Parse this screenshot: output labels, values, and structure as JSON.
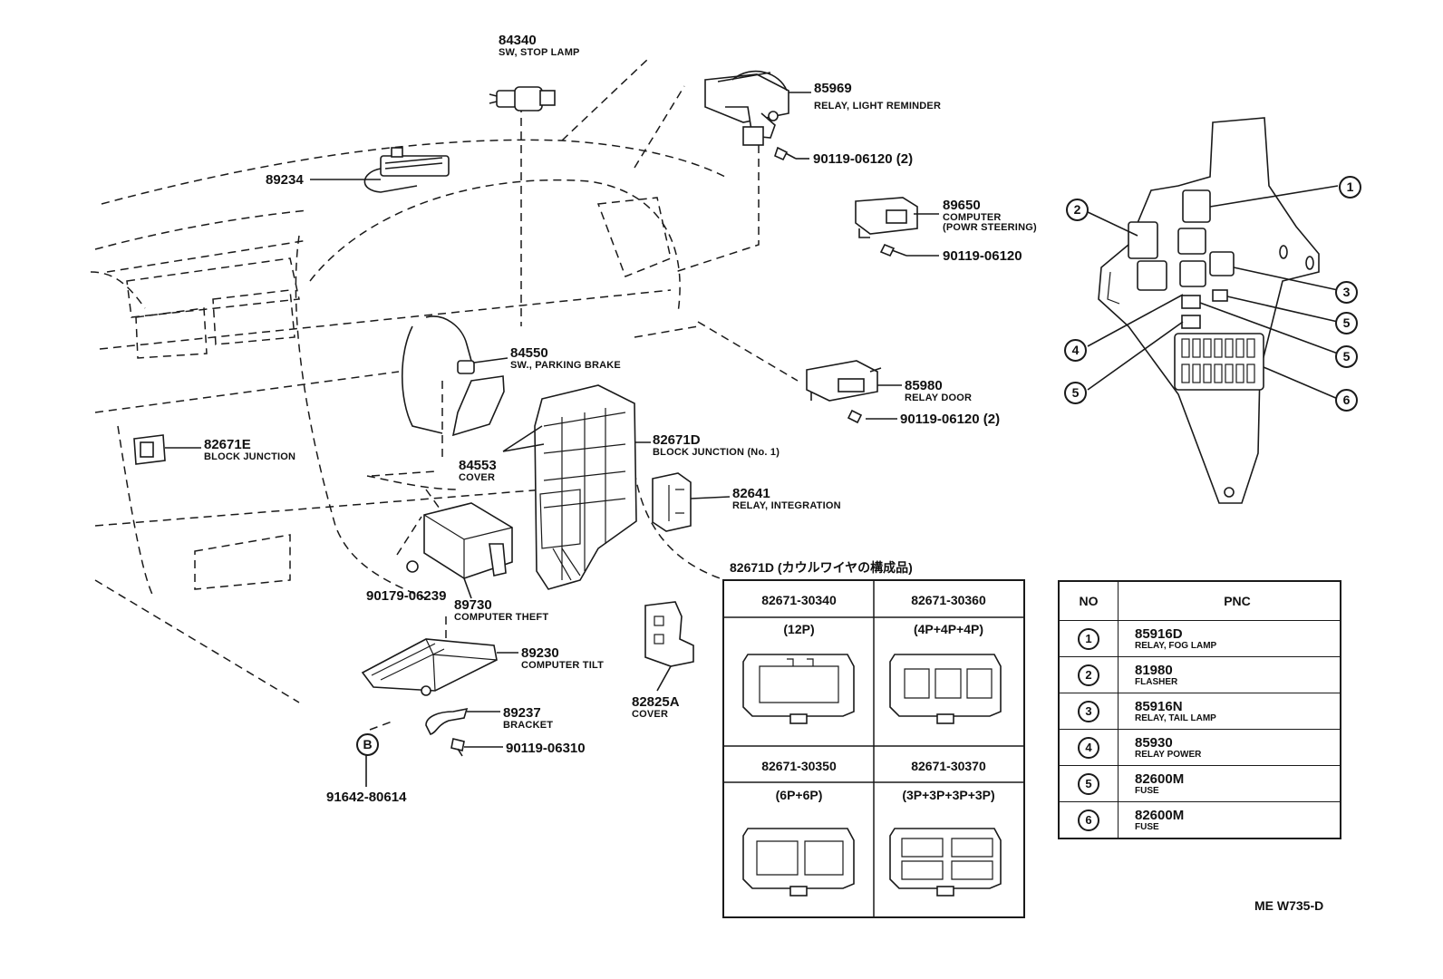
{
  "parts": {
    "p84340": {
      "number": "84340",
      "desc": "SW, STOP LAMP"
    },
    "p85969": {
      "number": "85969",
      "desc": "RELAY, LIGHT REMINDER"
    },
    "p90119a": {
      "number": "90119-06120 (2)"
    },
    "p89650": {
      "number": "89650",
      "desc1": "COMPUTER",
      "desc2": "(POWR STEERING)"
    },
    "p90119b": {
      "number": "90119-06120"
    },
    "p89234": {
      "number": "89234"
    },
    "p84550": {
      "number": "84550",
      "desc": "SW., PARKING BRAKE"
    },
    "p85980": {
      "number": "85980",
      "desc": "RELAY DOOR"
    },
    "p90119c": {
      "number": "90119-06120 (2)"
    },
    "p82671E": {
      "number": "82671E",
      "desc": "BLOCK JUNCTION"
    },
    "p82671D": {
      "number": "82671D",
      "desc": "BLOCK JUNCTION (No. 1)"
    },
    "p84553": {
      "number": "84553",
      "desc": "COVER"
    },
    "p82641": {
      "number": "82641",
      "desc": "RELAY, INTEGRATION"
    },
    "p90179": {
      "number": "90179-06239"
    },
    "p89730": {
      "number": "89730",
      "desc": "COMPUTER THEFT"
    },
    "p89230": {
      "number": "89230",
      "desc": "COMPUTER TILT"
    },
    "p82825A": {
      "number": "82825A",
      "desc": "COVER"
    },
    "p89237": {
      "number": "89237",
      "desc": "BRACKET"
    },
    "p90119d": {
      "number": "90119-06310"
    },
    "p91642": {
      "number": "91642-80614"
    },
    "marker_b": "B"
  },
  "callouts": [
    "1",
    "2",
    "3",
    "4",
    "5",
    "5",
    "5",
    "6"
  ],
  "connectors": {
    "title": "82671D (カウルワイヤの構成品)",
    "cells": [
      {
        "pn": "82671-30340",
        "pins": "(12P)"
      },
      {
        "pn": "82671-30360",
        "pins": "(4P+4P+4P)"
      },
      {
        "pn": "82671-30350",
        "pins": "(6P+6P)"
      },
      {
        "pn": "82671-30370",
        "pins": "(3P+3P+3P+3P)"
      }
    ]
  },
  "pnc_table": {
    "headers": {
      "no": "NO",
      "pnc": "PNC"
    },
    "rows": [
      {
        "no": "1",
        "pnc": "85916D",
        "desc": "RELAY, FOG LAMP"
      },
      {
        "no": "2",
        "pnc": "81980",
        "desc": "FLASHER"
      },
      {
        "no": "3",
        "pnc": "85916N",
        "desc": "RELAY, TAIL LAMP"
      },
      {
        "no": "4",
        "pnc": "85930",
        "desc": "RELAY POWER"
      },
      {
        "no": "5",
        "pnc": "82600M",
        "desc": "FUSE"
      },
      {
        "no": "6",
        "pnc": "82600M",
        "desc": "FUSE"
      }
    ]
  },
  "diagram_code": "ME W735-D"
}
